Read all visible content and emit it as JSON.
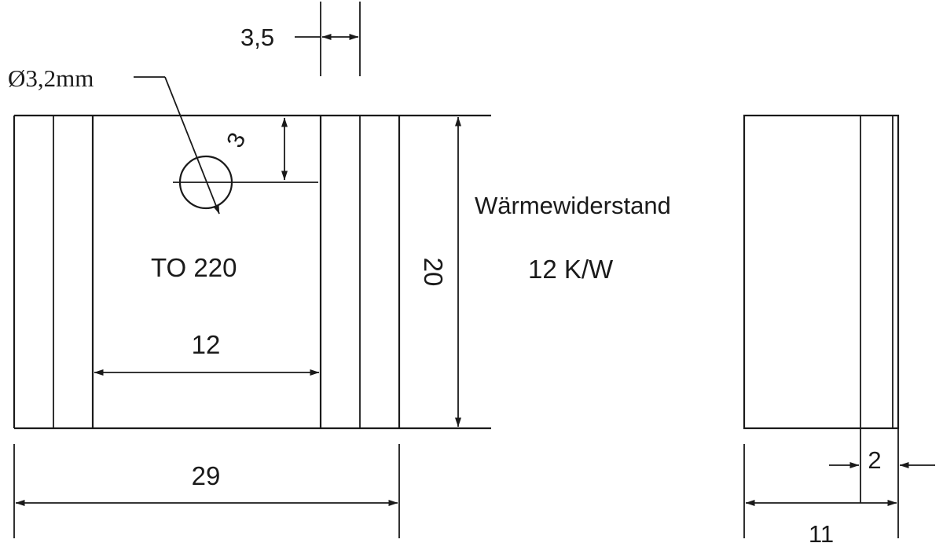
{
  "drawing": {
    "hole_label": "Ø3,2mm",
    "package_label": "TO 220",
    "thermal_title": "Wärmewiderstand",
    "thermal_value": "12 K/W",
    "dimensions": {
      "fin_gap": "3,5",
      "hole_offset": "3",
      "inner_width": "12",
      "height": "20",
      "total_width": "29",
      "base_thickness": "2",
      "depth": "11"
    }
  }
}
